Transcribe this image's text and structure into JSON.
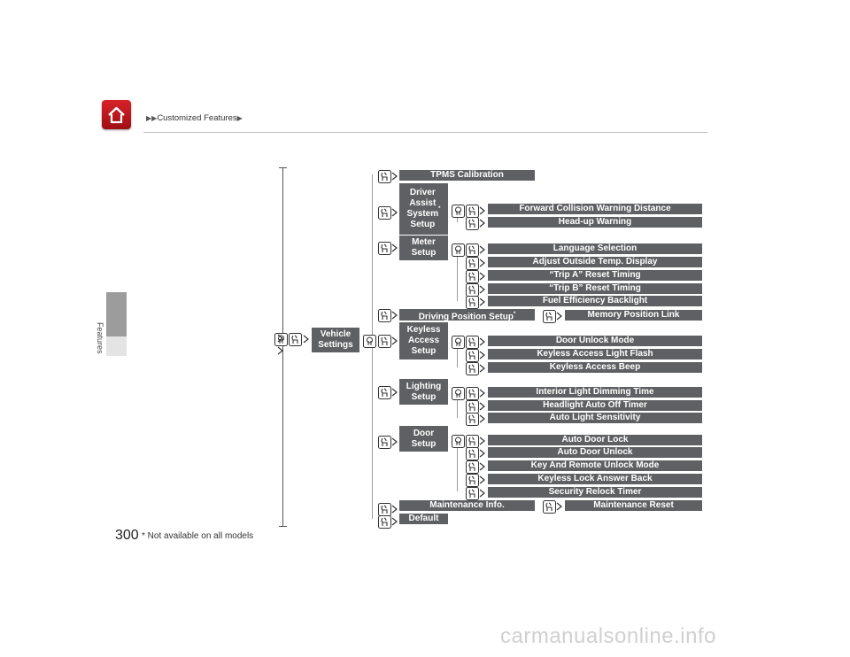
{
  "header": {
    "breadcrumb": "Customized Features"
  },
  "sidebar": {
    "section_label": "Features"
  },
  "page": {
    "number": "300",
    "footnote": "* Not available on all models"
  },
  "watermark": "carmanualsonline.info",
  "menu": {
    "root": "Vehicle\nSettings",
    "categories": {
      "tpms": "TPMS Calibration",
      "driver_assist": "Driver\nAssist\nSystem\nSetup",
      "meter": "Meter\nSetup",
      "driving_position": "Driving Position Setup",
      "keyless": "Keyless\nAccess\nSetup",
      "lighting": "Lighting\nSetup",
      "door": "Door\nSetup",
      "maintenance": "Maintenance Info.",
      "default": "Default"
    },
    "asterisk": "*",
    "driver_assist_items": [
      "Forward Collision Warning Distance",
      "Head-up Warning"
    ],
    "meter_items": [
      "Language Selection",
      "Adjust Outside Temp. Display",
      "“Trip A” Reset Timing",
      "“Trip B” Reset Timing",
      "Fuel Efficiency Backlight"
    ],
    "driving_position_items": [
      "Memory Position Link"
    ],
    "keyless_items": [
      "Door Unlock Mode",
      "Keyless Access Light Flash",
      "Keyless Access Beep"
    ],
    "lighting_items": [
      "Interior Light Dimming Time",
      "Headlight Auto Off Timer",
      "Auto Light Sensitivity"
    ],
    "door_items": [
      "Auto Door Lock",
      "Auto Door Unlock",
      "Key And Remote Unlock Mode",
      "Keyless Lock Answer Back",
      "Security Relock Timer"
    ],
    "maintenance_items": [
      "Maintenance Reset"
    ]
  },
  "colors": {
    "box": "#5f6063",
    "home": "#c8171e"
  },
  "icons": {
    "voice": "voice-command-icon",
    "touch": "touch-icon",
    "arrow": "arrow-right-icon"
  }
}
